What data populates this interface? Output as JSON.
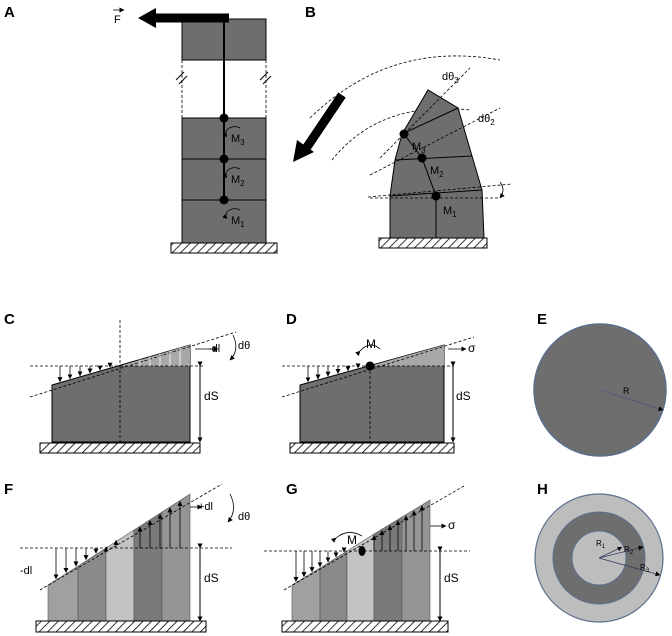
{
  "panels": {
    "A": {
      "label": "A",
      "force_label": "F",
      "moments": [
        {
          "name": "M",
          "sub": "3"
        },
        {
          "name": "M",
          "sub": "2"
        },
        {
          "name": "M",
          "sub": "1"
        }
      ]
    },
    "B": {
      "label": "B",
      "moments": [
        {
          "name": "M",
          "sub": "3"
        },
        {
          "name": "M",
          "sub": "2"
        },
        {
          "name": "M",
          "sub": "1"
        }
      ],
      "angles": [
        {
          "name": "dθ",
          "sub": "3"
        },
        {
          "name": "dθ",
          "sub": "2"
        }
      ]
    },
    "C": {
      "label": "C",
      "dl": "-dl",
      "dtheta": "dθ",
      "ds": "dS"
    },
    "D": {
      "label": "D",
      "moment": "M",
      "sigma": "σ",
      "ds": "dS"
    },
    "E": {
      "label": "E",
      "radius": "R"
    },
    "F": {
      "label": "F",
      "dl_neg": "-dl",
      "dl_pos": "+dl",
      "dtheta": "dθ",
      "ds": "dS"
    },
    "G": {
      "label": "G",
      "moment": "M",
      "sigma": "σ",
      "ds": "dS"
    },
    "H": {
      "label": "H",
      "radii": [
        {
          "name": "R",
          "sub": "1"
        },
        {
          "name": "R",
          "sub": "2"
        },
        {
          "name": "R",
          "sub": "3"
        }
      ]
    }
  },
  "colors": {
    "dark_fill": "#6e6e6e",
    "mid_fill": "#8c8c8c",
    "light_fill": "#b5b5b5",
    "circle_blue_edge": "#5b6f8c",
    "outer_ring": "#bdbdbd",
    "inner_ring": "#6e6e6e"
  }
}
